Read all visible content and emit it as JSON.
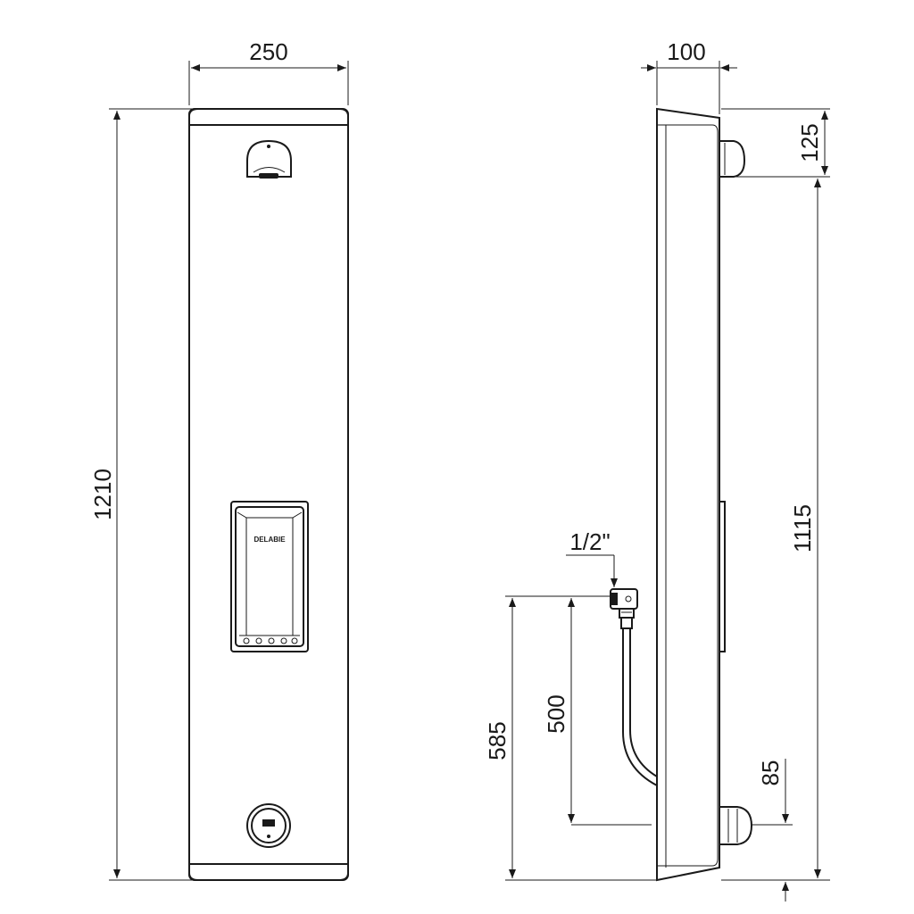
{
  "drawing": {
    "logo": "DELABIE"
  },
  "dimensions": {
    "front_width": "250",
    "front_height": "1210",
    "side_depth": "100",
    "top_head": "125",
    "head_height": "1115",
    "inlet_size": "1/2\"",
    "inlet_height": "585",
    "inlet_to_bottom_pipe": "500",
    "bottom_fitting": "85"
  }
}
